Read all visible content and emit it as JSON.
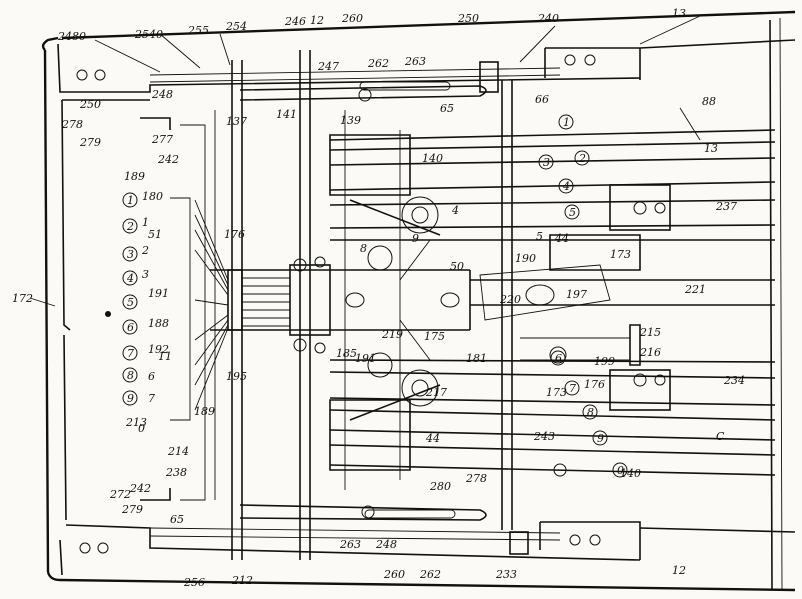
{
  "figure": {
    "reference_labels": [
      "2480",
      "2540",
      "255",
      "254",
      "246",
      "12",
      "260",
      "250",
      "240",
      "13",
      "247",
      "262",
      "263",
      "248",
      "65",
      "66",
      "88",
      "250",
      "278",
      "279",
      "277",
      "137",
      "141",
      "139",
      "140",
      "242",
      "189",
      "180",
      "1",
      "2",
      "3",
      "4",
      "5",
      "44",
      "173",
      "51",
      "176",
      "191",
      "188",
      "192",
      "6",
      "7",
      "8",
      "9",
      "190",
      "50",
      "220",
      "197",
      "221",
      "219",
      "175",
      "172",
      "195",
      "11",
      "185",
      "191",
      "181",
      "199",
      "215",
      "216",
      "176",
      "173",
      "217",
      "214",
      "44",
      "243",
      "140",
      "213",
      "0",
      "189",
      "238",
      "242",
      "272",
      "279",
      "278",
      "280",
      "65",
      "263",
      "248",
      "260",
      "262",
      "233",
      "12",
      "256",
      "212",
      "13",
      "237",
      "234",
      "C",
      "C",
      "C",
      "C"
    ],
    "key_numbers_left": [
      "1",
      "2",
      "3",
      "4",
      "5",
      "6",
      "7",
      "8",
      "9"
    ],
    "key_numbers_right": [
      "1",
      "2",
      "3",
      "4",
      "5",
      "6",
      "7",
      "8",
      "9",
      "0"
    ]
  }
}
